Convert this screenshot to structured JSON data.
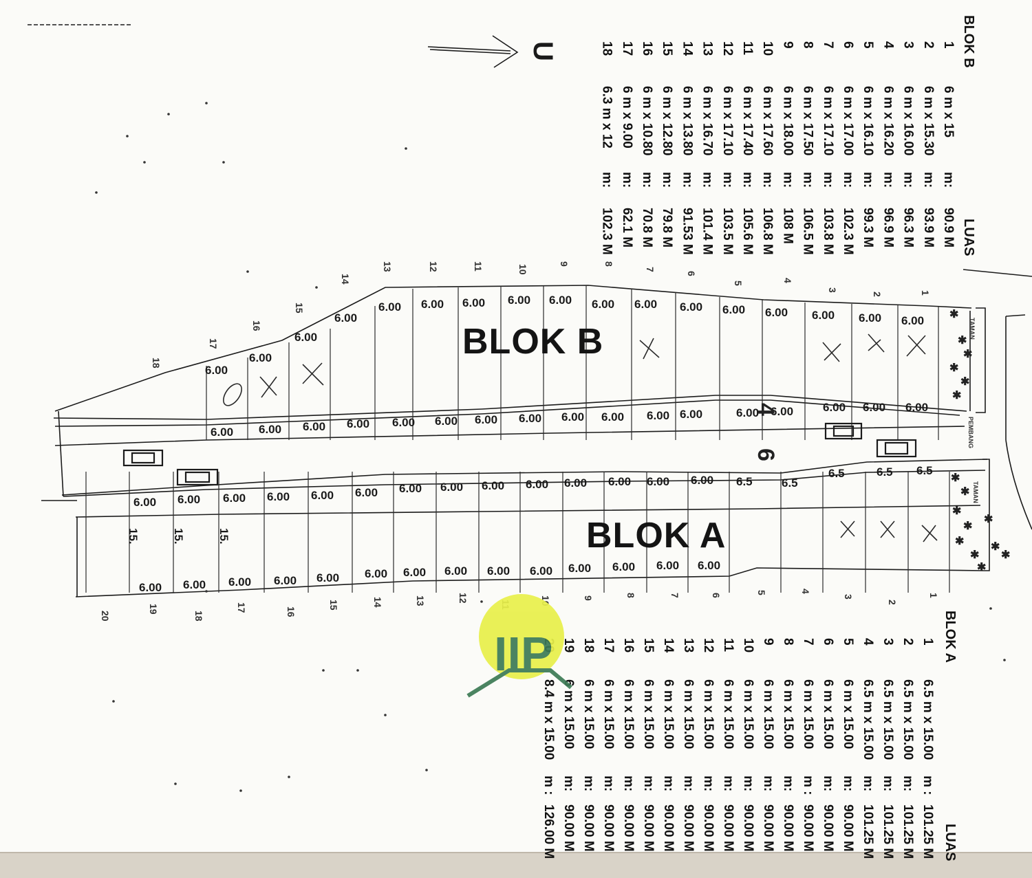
{
  "block_b": {
    "title": "BLOK B",
    "area_header": "LUAS",
    "rows": [
      {
        "no": "1",
        "dim": "6 m x 15",
        "unit": "m:",
        "area": "90.9 M"
      },
      {
        "no": "2",
        "dim": "6 m x 15.30",
        "unit": "m:",
        "area": "93.9 M"
      },
      {
        "no": "3",
        "dim": "6 m x 16.00",
        "unit": "m:",
        "area": "96.3 M"
      },
      {
        "no": "4",
        "dim": "6 m x 16.20",
        "unit": "m:",
        "area": "96.9 M"
      },
      {
        "no": "5",
        "dim": "6 m x 16.10",
        "unit": "m:",
        "area": "99.3 M"
      },
      {
        "no": "6",
        "dim": "6 m x 17.00",
        "unit": "m:",
        "area": "102.3 M"
      },
      {
        "no": "7",
        "dim": "6 m x 17.10",
        "unit": "m:",
        "area": "103.8 M"
      },
      {
        "no": "8",
        "dim": "6 m x 17.50",
        "unit": "m:",
        "area": "106.5 M"
      },
      {
        "no": "9",
        "dim": "6 m x 18.00",
        "unit": "m:",
        "area": "108 M"
      },
      {
        "no": "10",
        "dim": "6 m x 17.60",
        "unit": "m:",
        "area": "106.8 M"
      },
      {
        "no": "11",
        "dim": "6 m x 17.40",
        "unit": "m:",
        "area": "105.6 M"
      },
      {
        "no": "12",
        "dim": "6 m x 17.10",
        "unit": "m:",
        "area": "103.5 M"
      },
      {
        "no": "13",
        "dim": "6 m x 16.70",
        "unit": "m:",
        "area": "101.4 M"
      },
      {
        "no": "14",
        "dim": "6 m x 13.80",
        "unit": "m:",
        "area": "91.53 M"
      },
      {
        "no": "15",
        "dim": "6 m x 12.80",
        "unit": "m:",
        "area": "79.8 M"
      },
      {
        "no": "16",
        "dim": "6 m x 10.80",
        "unit": "m:",
        "area": "70.8 M"
      },
      {
        "no": "17",
        "dim": "6 m x 9.00",
        "unit": "m:",
        "area": "62.1 M"
      },
      {
        "no": "18",
        "dim": "6.3 m x 12",
        "unit": "m:",
        "area": "102.3 M"
      }
    ],
    "lot_numbers": [
      "1",
      "2",
      "3",
      "4",
      "5",
      "6",
      "7",
      "8",
      "9",
      "10",
      "11",
      "12",
      "13",
      "14",
      "15",
      "16",
      "17",
      "18"
    ],
    "top_frontages": [
      "6.00",
      "6.00",
      "6.00",
      "6.00",
      "6.00",
      "6.00",
      "6.00",
      "6.00",
      "6.00",
      "6.00",
      "6.00",
      "6.00",
      "6.00",
      "6.00",
      "6.00",
      "6.00",
      "6.00"
    ],
    "road_frontages": [
      "6.00",
      "6.00",
      "6.00",
      "6.00",
      "6.00",
      "6.00",
      "6.00",
      "6.00",
      "6.00",
      "6.00",
      "6.00",
      "6.00",
      "6.00",
      "6.00",
      "6.00",
      "6.00",
      "6.00",
      "6.00",
      "6.00"
    ],
    "map_label": "BLOK B"
  },
  "block_a": {
    "title": "BLOK A",
    "area_header": "LUAS",
    "rows": [
      {
        "no": "1",
        "dim": "6.5 m x 15.00",
        "unit": "m :",
        "area": "101.25 M"
      },
      {
        "no": "2",
        "dim": "6.5 m x 15.00",
        "unit": "m:",
        "area": "101.25 M"
      },
      {
        "no": "3",
        "dim": "6.5 m x 15.00",
        "unit": "m:",
        "area": "101.25 M"
      },
      {
        "no": "4",
        "dim": "6.5 m x 15.00",
        "unit": "m:",
        "area": "101.25 M"
      },
      {
        "no": "5",
        "dim": "6 m x 15.00",
        "unit": "m:",
        "area": "90.00 M"
      },
      {
        "no": "6",
        "dim": "6 m x 15.00",
        "unit": "m:",
        "area": "90.00 M"
      },
      {
        "no": "7",
        "dim": "6 m x 15.00",
        "unit": "m :",
        "area": "90.00 M"
      },
      {
        "no": "8",
        "dim": "6 m x 15.00",
        "unit": "m:",
        "area": "90.00 M"
      },
      {
        "no": "9",
        "dim": "6 m x 15.00",
        "unit": "m:",
        "area": "90.00 M"
      },
      {
        "no": "10",
        "dim": "6 m x 15.00",
        "unit": "m:",
        "area": "90.00 M"
      },
      {
        "no": "11",
        "dim": "6 m x 15.00",
        "unit": "m:",
        "area": "90.00 M"
      },
      {
        "no": "12",
        "dim": "6 m x 15.00",
        "unit": "m:",
        "area": "90.00 M"
      },
      {
        "no": "13",
        "dim": "6 m x 15.00",
        "unit": "m:",
        "area": "90.00 M"
      },
      {
        "no": "14",
        "dim": "6 m x 15.00",
        "unit": "m:",
        "area": "90.00 M"
      },
      {
        "no": "15",
        "dim": "6 m x 15.00",
        "unit": "m:",
        "area": "90.00 M"
      },
      {
        "no": "16",
        "dim": "6 m x 15.00",
        "unit": "m:",
        "area": "90.00 M"
      },
      {
        "no": "17",
        "dim": "6 m x 15.00",
        "unit": "m:",
        "area": "90.00 M"
      },
      {
        "no": "18",
        "dim": "6 m x 15.00",
        "unit": "m:",
        "area": "90.00 M"
      },
      {
        "no": "19",
        "dim": "6 m x 15.00",
        "unit": "m:",
        "area": "90.00 M"
      },
      {
        "no": "20",
        "dim": "8.4 m x 15.00",
        "unit": "m :",
        "area": "126.00 M"
      }
    ],
    "lot_numbers": [
      "1",
      "2",
      "3",
      "4",
      "5",
      "6",
      "7",
      "8",
      "9",
      "10",
      "11",
      "12",
      "13",
      "14",
      "15",
      "16",
      "17",
      "18",
      "19",
      "20"
    ],
    "road_frontages": [
      "6.5",
      "6.5",
      "6.5",
      "6.5",
      "6.5",
      "6.00",
      "6.00",
      "6.00",
      "6.00",
      "6.00",
      "6.00",
      "6.00",
      "6.00",
      "6.00",
      "6.00",
      "6.00",
      "6.00",
      "6.00",
      "6.00",
      "6.00"
    ],
    "bottom_frontages": [
      "6.00",
      "6.00",
      "6.00",
      "6.00",
      "6.00",
      "6.00",
      "6.00",
      "6.00",
      "6.00",
      "6.00",
      "6.00",
      "6.00",
      "6.00",
      "6.00",
      "6.00",
      "6.00"
    ],
    "depth_labels": [
      "15.",
      "15.",
      "15."
    ],
    "map_label": "BLOK A"
  },
  "road": {
    "width_label_1": "6",
    "width_label_2": "4",
    "entry_label": "PEMBANG",
    "park_label_top": "TAMAN",
    "park_label_bottom": "TAMAN"
  },
  "north_arrow": {
    "letter": "U"
  },
  "watermark": {
    "letters": "IIP",
    "color": "#e8f04a",
    "accent": "#3d7a55"
  },
  "colors": {
    "paper": "#fbfbf8",
    "ink": "#111111"
  }
}
